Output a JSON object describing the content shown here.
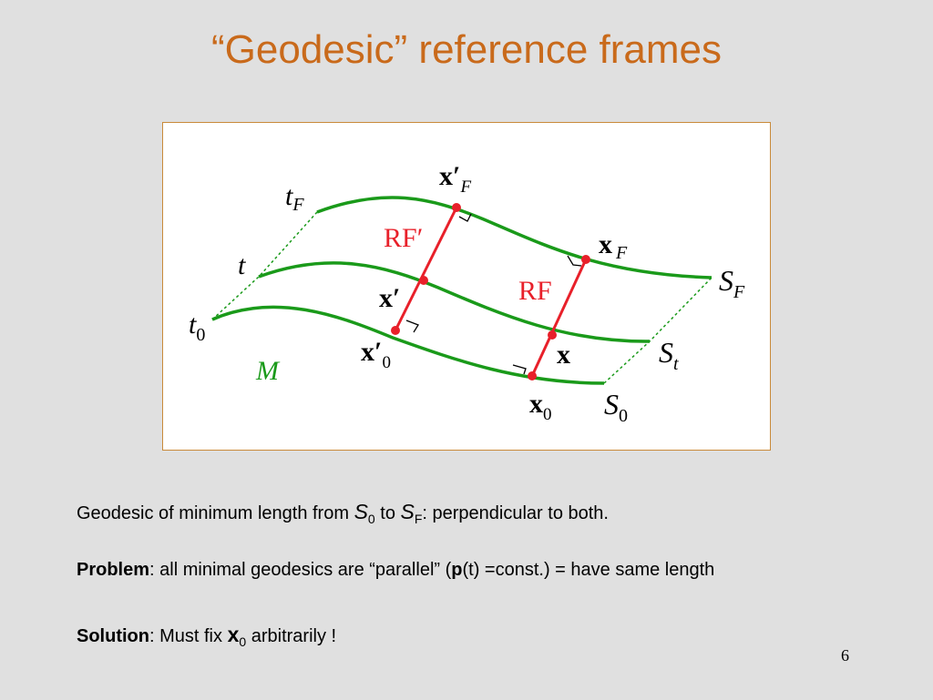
{
  "slide": {
    "title": "“Geodesic” reference frames",
    "page_number": "6"
  },
  "diagram": {
    "labels": {
      "t_F": "t",
      "t_F_sub": "F",
      "t": "t",
      "t_0": "t",
      "t_0_sub": "0",
      "M": "M",
      "xF_prime": "x′",
      "xF_prime_sub": "F",
      "x_F": "x",
      "x_F_sub": "F",
      "RF_prime": "RF′",
      "RF": "RF",
      "x_prime": "x′",
      "x0_prime": "x′",
      "x0_prime_sub": "0",
      "x": "x",
      "x_0": "x",
      "x_0_sub": "0",
      "S_F": "S",
      "S_F_sub": "F",
      "S_t": "S",
      "S_t_sub": "t",
      "S_0": "S",
      "S_0_sub": "0"
    },
    "colors": {
      "curve": "#1a9a1a",
      "geodesic": "#e8202a",
      "label_red": "#e8202a",
      "label_green": "#1a9a1a"
    }
  },
  "text": {
    "line1": {
      "prefix": "Geodesic of minimum length from ",
      "s1": "S",
      "s1_sub": "0",
      "mid": " to ",
      "s2": "S",
      "s2_sub": "F",
      "suffix": ": perpendicular to both."
    },
    "line2": {
      "bold": "Problem",
      "part1": ":  all minimal geodesics are “parallel” (",
      "p": "p",
      "part2": "(t) =const.) = have same length"
    },
    "line3": {
      "bold": "Solution",
      "part1": ": Must fix ",
      "x": "x",
      "x_sub": "0",
      "part2": " arbitrarily !"
    }
  }
}
